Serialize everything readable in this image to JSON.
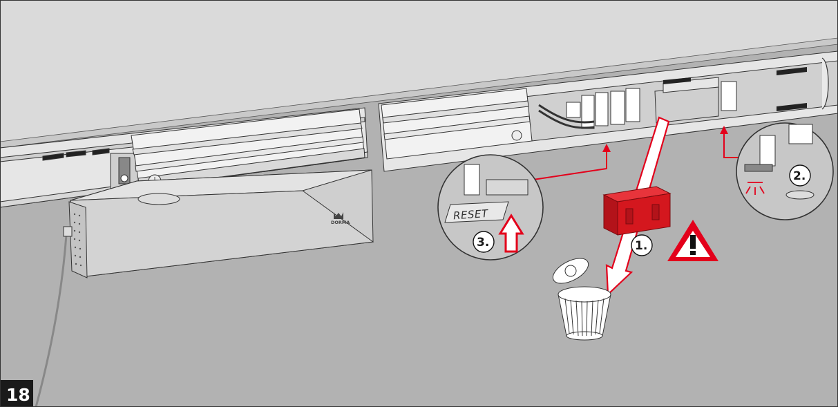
{
  "figure_number": "18",
  "steps": [
    {
      "label": "1."
    },
    {
      "label": "2."
    },
    {
      "label": "3."
    }
  ],
  "reset_button": {
    "label": "RESET"
  },
  "brand": {
    "name": "DORMA"
  },
  "icons": [
    "warning-icon",
    "trash-bin-icon",
    "crown-logo-icon",
    "indicator-light-icon",
    "arrow-up-icon"
  ],
  "colors": {
    "background": "#b2b2b2",
    "ceiling": "#dadada",
    "accent_red": "#e3001b",
    "module_red": "#d4171e",
    "figure_badge": "#1a1a1a"
  }
}
